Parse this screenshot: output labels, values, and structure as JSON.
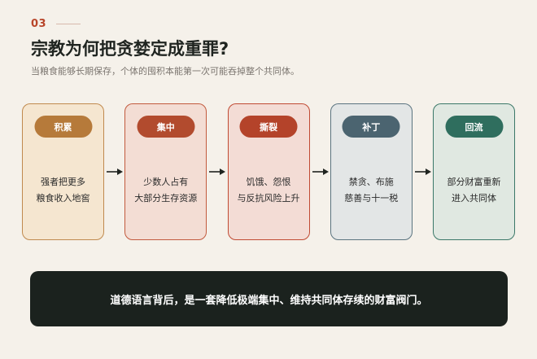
{
  "header": {
    "section_number": "03",
    "title": "宗教为何把贪婪定成重罪?",
    "subtitle": "当粮食能够长期保存，个体的囤积本能第一次可能吞掉整个共同体。"
  },
  "stages": [
    {
      "label": "积累",
      "lines": [
        "强者把更多",
        "粮食收入地窖"
      ],
      "accent": "#b67a3a",
      "bg": "#f5e6d0",
      "border": "#c08a4e"
    },
    {
      "label": "集中",
      "lines": [
        "少数人占有",
        "大部分生存资源"
      ],
      "accent": "#b24b2e",
      "bg": "#f3ddd4",
      "border": "#c25a3e"
    },
    {
      "label": "撕裂",
      "lines": [
        "饥饿、怨恨",
        "与反抗风险上升"
      ],
      "accent": "#b4432a",
      "bg": "#f3dcd5",
      "border": "#c04a33"
    },
    {
      "label": "补丁",
      "lines": [
        "禁贪、布施",
        "慈善与十一税"
      ],
      "accent": "#4b6470",
      "bg": "#e3e6e6",
      "border": "#5b7480"
    },
    {
      "label": "回流",
      "lines": [
        "部分财富重新",
        "进入共同体"
      ],
      "accent": "#2f6e5e",
      "bg": "#e0e8e1",
      "border": "#3b7868"
    }
  ],
  "banner": {
    "text": "道德语言背后，是一套降低极端集中、维持共同体存续的财富阀门。"
  }
}
